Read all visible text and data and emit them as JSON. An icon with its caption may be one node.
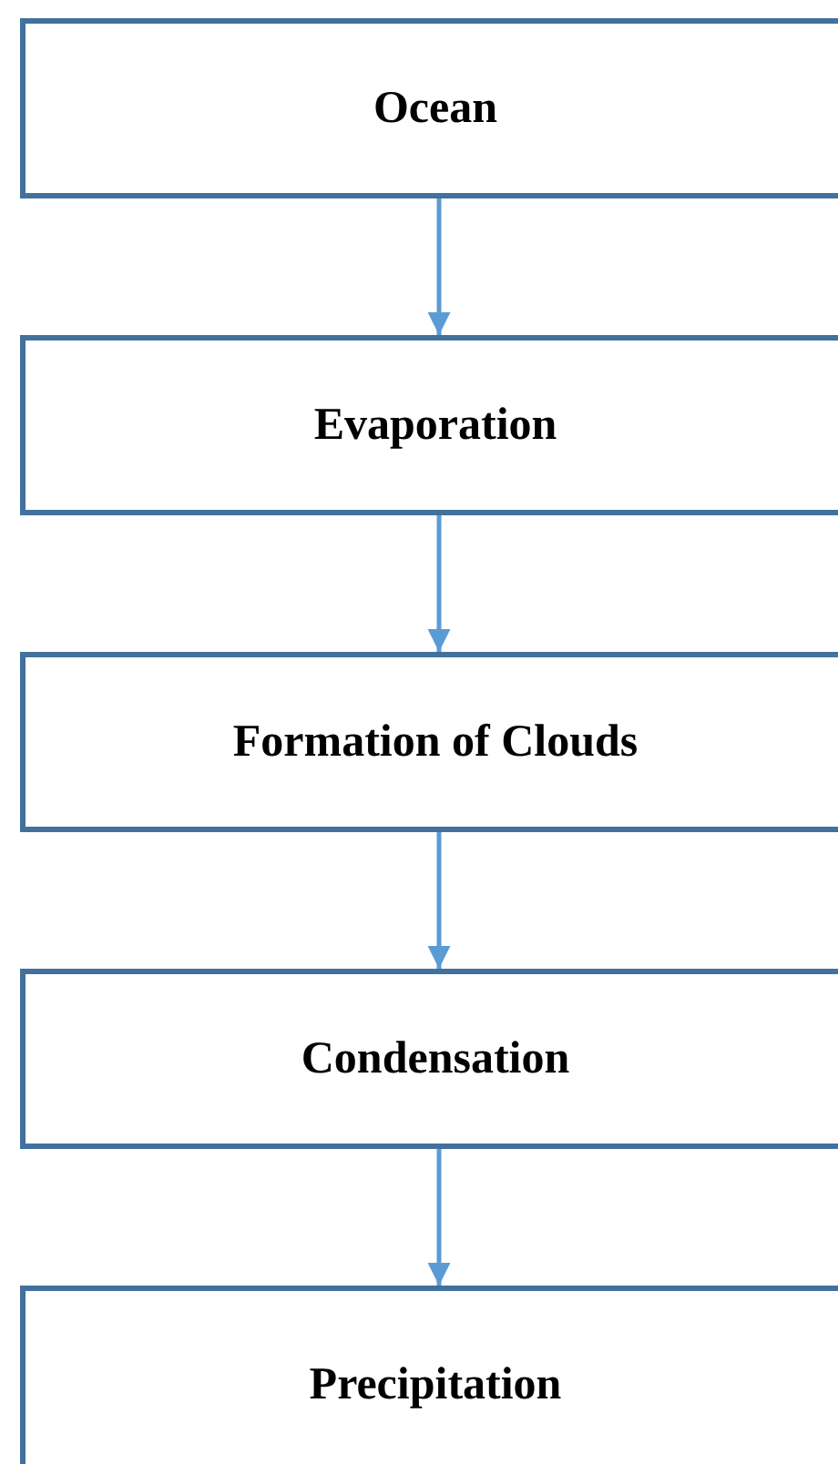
{
  "diagram": {
    "nodes": [
      {
        "text": [
          "Ocean"
        ]
      },
      {
        "text": [
          "Evaporation"
        ]
      },
      {
        "text": [
          "Formation of Clouds"
        ]
      },
      {
        "text": [
          "Condensation"
        ]
      },
      {
        "text": [
          "Precipitation"
        ]
      }
    ],
    "edges": [
      {
        "from": 0,
        "to": 1,
        "arrow": "to"
      },
      {
        "from": 1,
        "to": 2,
        "arrow": "to"
      },
      {
        "from": 2,
        "to": 3,
        "arrow": "to"
      },
      {
        "from": 3,
        "to": 4,
        "arrow": "to"
      }
    ]
  }
}
